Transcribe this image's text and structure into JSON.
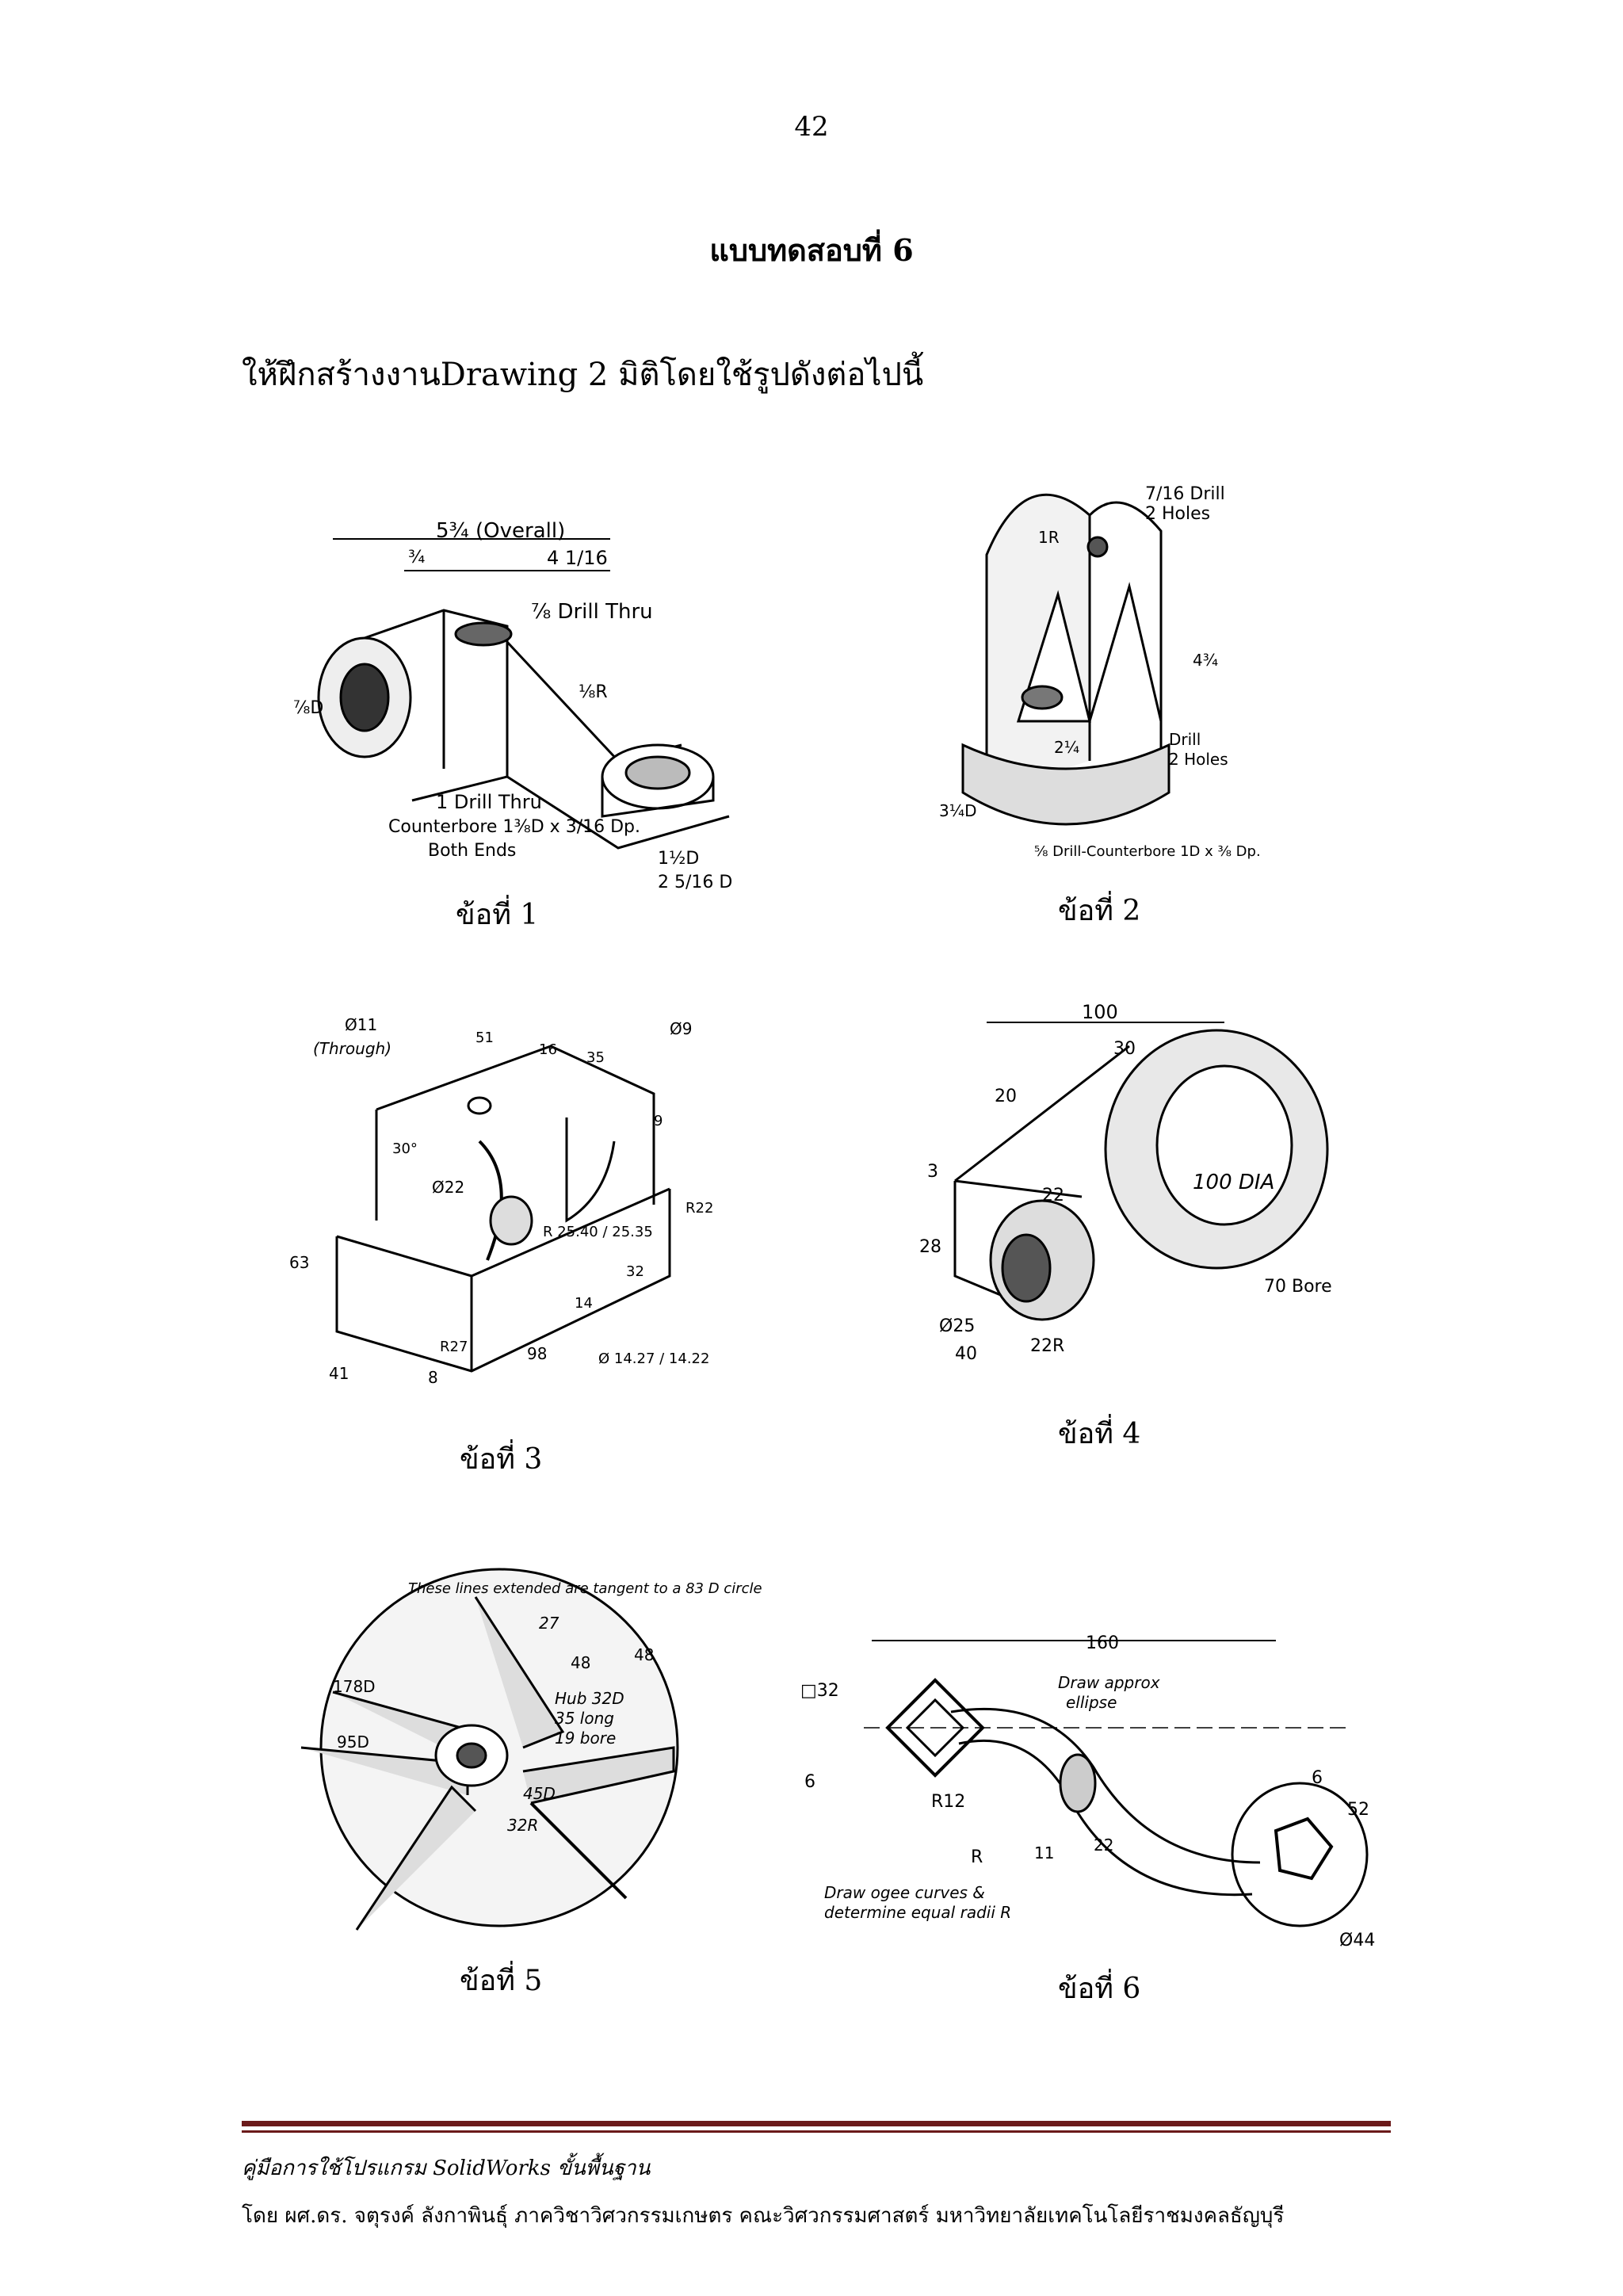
{
  "page": {
    "number": "42",
    "title": "แบบทดสอบที่ 6",
    "instruction": "ให้ฝึกสร้างงานDrawing 2 มิติโดยใช้รูปดังต่อไปนี้"
  },
  "figures": [
    {
      "caption": "ข้อที่ 1",
      "labels": {
        "overall": "5¾ (Overall)",
        "d1": "¾",
        "d2": "4 1/16",
        "drill": "⅞ Drill Thru",
        "r": "⅛R",
        "drill2": "1 Drill Thru",
        "cbore": "Counterbore 1⅜D x 3/16 Dp.",
        "ends": "Both Ends",
        "dia1": "⅞D",
        "dia2": "1½D",
        "dia3": "2 5/16 D"
      }
    },
    {
      "caption": "ข้อที่ 2",
      "labels": {
        "drill": "7/16 Drill",
        "holes": "2 Holes",
        "r": "1R",
        "d1": "2¼",
        "d2": "4¾",
        "drill2": "Drill",
        "holes2": "2 Holes",
        "cbore": "⅝ Drill-Counterbore 1D x ⅜ Dp.",
        "dia": "3¼D"
      }
    },
    {
      "caption": "ข้อที่ 3",
      "labels": {
        "hole1": "Ø11",
        "through": "(Through)",
        "hole2": "Ø9",
        "d51": "51",
        "d16": "16",
        "d35": "35",
        "d9": "9",
        "angle": "30°",
        "d22": "Ø22",
        "r25": "R 25.40 / 25.35",
        "d63": "63",
        "d98": "98",
        "d41": "41",
        "d8": "8",
        "r27": "R27",
        "d32": "32",
        "d14": "14",
        "dia": "Ø 14.27 / 14.22",
        "r22": "R22"
      }
    },
    {
      "caption": "ข้อที่ 4",
      "labels": {
        "d100": "100",
        "d30": "30",
        "d20": "20",
        "d3": "3",
        "d28": "28",
        "d22": "22",
        "dia": "100 DIA",
        "bore": "70 Bore",
        "d25": "Ø25",
        "d40": "40",
        "r22": "22R"
      }
    },
    {
      "caption": "ข้อที่ 5",
      "labels": {
        "note": "These lines extended are tangent to a 83 D circle",
        "d27": "27",
        "d48a": "48",
        "d48b": "48",
        "d178": "178D",
        "hub": "Hub 32D",
        "long": "35 long",
        "bore": "19 bore",
        "d95": "95D",
        "r32": "32R",
        "d45": "45D"
      }
    },
    {
      "caption": "ข้อที่ 6",
      "labels": {
        "d160": "160",
        "sq": "□32",
        "ellipse1": "Draw approx",
        "ellipse2": "ellipse",
        "d6a": "6",
        "r12": "R12",
        "r": "R",
        "d11": "11",
        "d22": "22",
        "d52": "52",
        "d6b": "6",
        "ogee1": "Draw ogee curves &",
        "ogee2": "determine equal radii R",
        "d44": "Ø44"
      }
    }
  ],
  "footer": {
    "line1": "คู่มือการใช้โปรแกรม SolidWorks ขั้นพื้นฐาน",
    "line2": "โดย ผศ.ดร. จตุรงค์ ลังกาพินธุ์ ภาควิชาวิศวกรรมเกษตร คณะวิศวกรรมศาสตร์ มหาวิทยาลัยเทคโนโลยีราชมงคลธัญบุรี"
  }
}
